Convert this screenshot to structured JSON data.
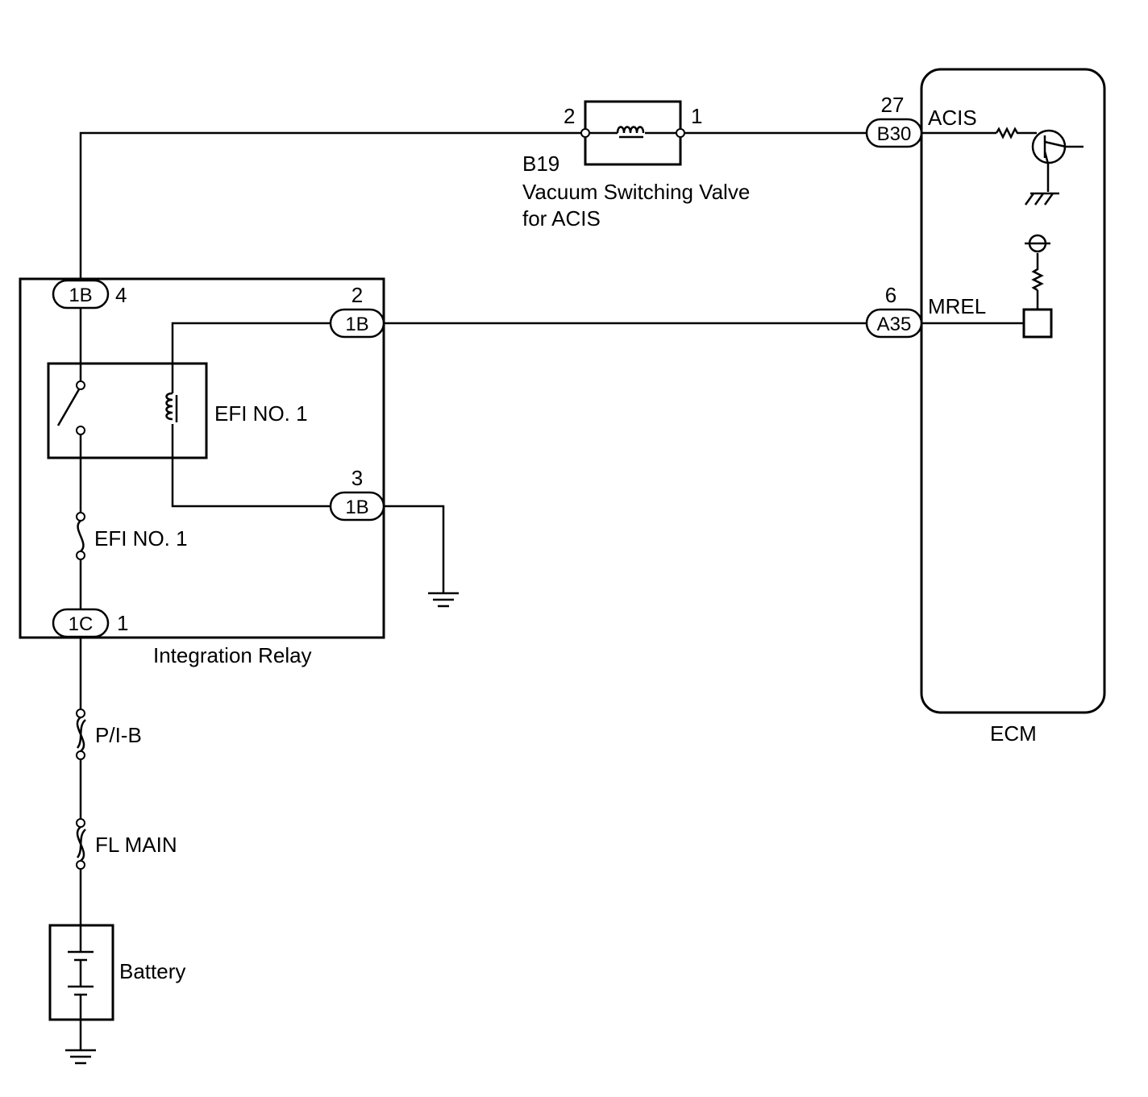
{
  "components": {
    "vsv": {
      "id": "B19",
      "name_line1": "Vacuum Switching Valve",
      "name_line2": "for ACIS",
      "pin_left": "2",
      "pin_right": "1"
    },
    "ecm": {
      "name": "ECM",
      "acis_signal": "ACIS",
      "mrel_signal": "MREL"
    },
    "integration_relay": {
      "name": "Integration Relay",
      "relay_name": "EFI NO. 1",
      "fuse_name": "EFI NO. 1"
    },
    "fuses": {
      "pib": "P/I-B",
      "fl_main": "FL MAIN"
    },
    "battery": {
      "name": "Battery"
    }
  },
  "connectors": {
    "b30": {
      "label": "B30",
      "pin": "27"
    },
    "a35": {
      "label": "A35",
      "pin": "6"
    },
    "relay_1b_4": {
      "label": "1B",
      "pin": "4"
    },
    "relay_1b_2": {
      "label": "1B",
      "pin": "2"
    },
    "relay_1b_3": {
      "label": "1B",
      "pin": "3"
    },
    "relay_1c_1": {
      "label": "1C",
      "pin": "1"
    }
  },
  "colors": {
    "wire": "#000000",
    "background": "#ffffff"
  }
}
